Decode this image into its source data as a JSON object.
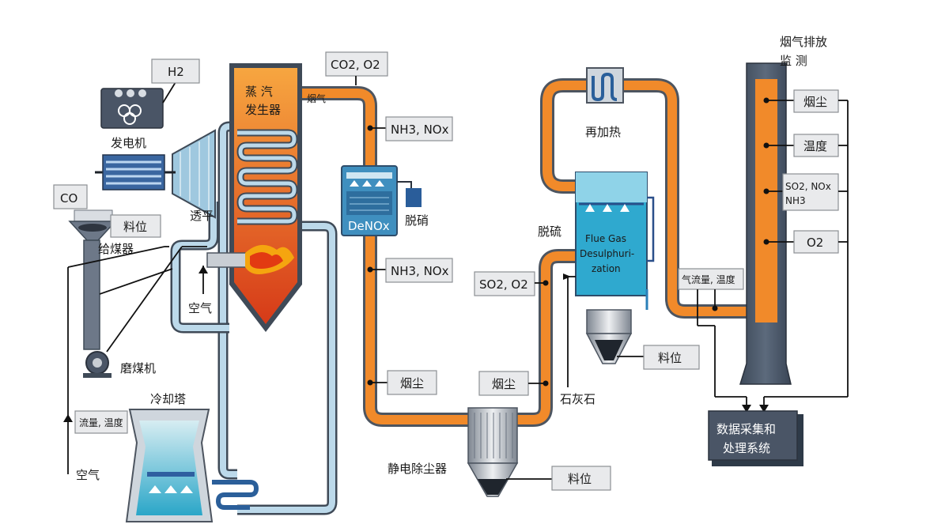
{
  "labels": {
    "h2": "H2",
    "generator": "发电机",
    "co": "CO",
    "level": "料位",
    "coal_feeder": "给煤器",
    "turbine": "透平",
    "air": "空气",
    "coal_mill": "磨煤机",
    "flow_temp": "流量, 温度",
    "cooling_tower": "冷却塔",
    "steam_gen_1": "蒸  汽",
    "steam_gen_2": "发生器",
    "flue_gas": "烟气",
    "co2_o2": "CO2, O2",
    "nh3_nox": "NH3, NOx",
    "denox": "DeNOx",
    "denitration": "脱硝",
    "dust": "烟尘",
    "esp": "静电除尘器",
    "so2_o2": "SO2, O2",
    "limestone": "石灰石",
    "desulfurization": "脱硫",
    "fgd_1": "Flue Gas",
    "fgd_2": "Desulphuri-",
    "fgd_3": "zation",
    "reheat": "再加热",
    "gas_flow_temp": "气流量, 温度",
    "stack_title_1": "烟气排放",
    "stack_title_2": "监    测",
    "temperature": "温度",
    "so2_nox": "SO2, NOx",
    "nh3": "NH3",
    "o2": "O2",
    "daq_1": "数据采集和",
    "daq_2": "处理系统"
  }
}
